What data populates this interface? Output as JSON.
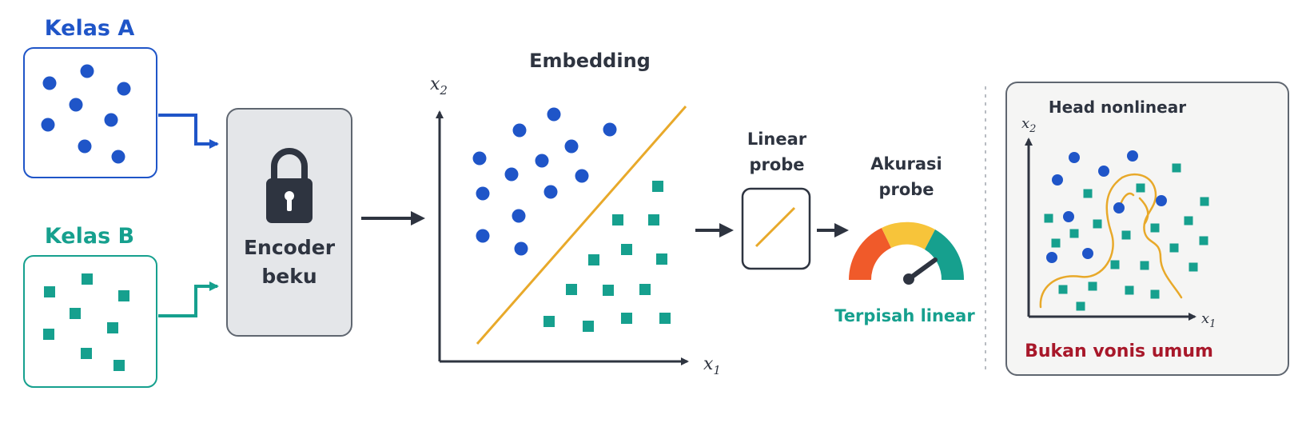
{
  "colors": {
    "blue": "#1f55c8",
    "teal": "#16a08e",
    "orange": "#e8a92a",
    "dark": "#2e3440",
    "red": "#a8182a",
    "gray_fill": "#e4e6e9",
    "gray_stroke": "#5f6670"
  },
  "class_a": {
    "title": "Kelas A",
    "marker": "circle"
  },
  "class_b": {
    "title": "Kelas B",
    "marker": "square"
  },
  "encoder": {
    "line1": "Encoder",
    "line2": "beku",
    "icon": "lock-icon"
  },
  "embedding": {
    "title": "Embedding",
    "x_axis": "x",
    "x_sub": "1",
    "y_axis": "x",
    "y_sub": "2"
  },
  "probe": {
    "line1": "Linear",
    "line2": "probe",
    "icon": "diagonal-line-icon"
  },
  "gauge": {
    "line1": "Akurasi",
    "line2": "probe",
    "caption": "Terpisah linear",
    "segments": [
      "#f05a2a",
      "#f7c43a",
      "#16a08e"
    ]
  },
  "nonlinear": {
    "title": "Head nonlinear",
    "caption": "Bukan vonis umum",
    "x_axis": "x",
    "x_sub": "1",
    "y_axis": "x",
    "y_sub": "2"
  }
}
